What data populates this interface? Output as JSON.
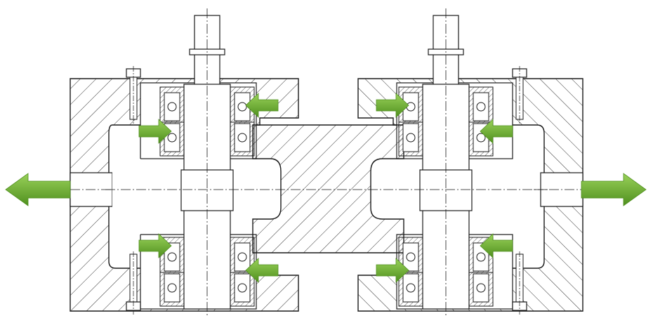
{
  "diagram": {
    "type": "mechanical-cross-section",
    "colors": {
      "line": "#1a1a1a",
      "background": "#ffffff",
      "arrow_light": "#9ad25a",
      "arrow_dark": "#4f8f1e"
    },
    "arrows": [
      {
        "name": "left-output-arrow",
        "direction": "left"
      },
      {
        "name": "right-output-arrow",
        "direction": "right"
      },
      {
        "name": "left-upper-outer-load-arrow",
        "direction": "right"
      },
      {
        "name": "left-upper-inner-load-arrow",
        "direction": "left"
      },
      {
        "name": "left-lower-outer-load-arrow",
        "direction": "right"
      },
      {
        "name": "left-lower-inner-load-arrow",
        "direction": "left"
      },
      {
        "name": "right-upper-inner-load-arrow",
        "direction": "right"
      },
      {
        "name": "right-upper-outer-load-arrow",
        "direction": "left"
      },
      {
        "name": "right-lower-outer-load-arrow",
        "direction": "left"
      },
      {
        "name": "right-lower-inner-load-arrow",
        "direction": "right"
      }
    ]
  }
}
